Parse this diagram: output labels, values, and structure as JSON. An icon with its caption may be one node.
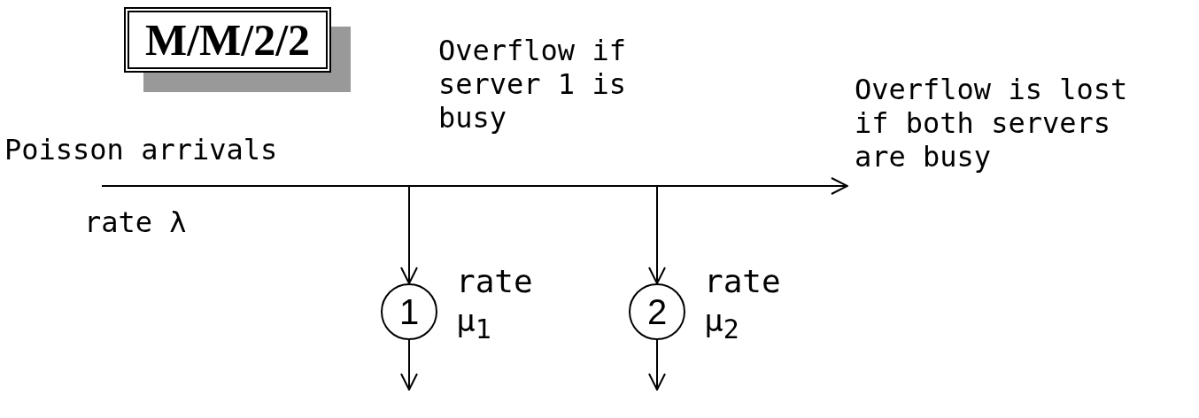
{
  "diagram": {
    "title": "M/M/2/2",
    "nodes": [
      {
        "text": [
          "Poisson arrivals",
          "rate λ"
        ]
      },
      {
        "text": [
          "Overflow is lost if both servers are busy"
        ]
      },
      {
        "text": [
          "1"
        ],
        "beside": [
          "rate μ$_{1}$"
        ]
      },
      {
        "text": [
          "2"
        ],
        "beside": [
          "rate μ$_{2}$"
        ]
      }
    ],
    "edges": [
      {
        "from": 0,
        "to": 2,
        "arrow": "to"
      },
      {
        "from": 0,
        "to": 3,
        "arrow": "to"
      },
      {
        "from": 0,
        "to": 1,
        "arrow": "to"
      },
      {
        "from": 2,
        "to": null,
        "arrow": "to"
      },
      {
        "from": 3,
        "to": null,
        "arrow": "to"
      }
    ],
    "labels": [
      "Overflow if server 1 is busy"
    ]
  }
}
